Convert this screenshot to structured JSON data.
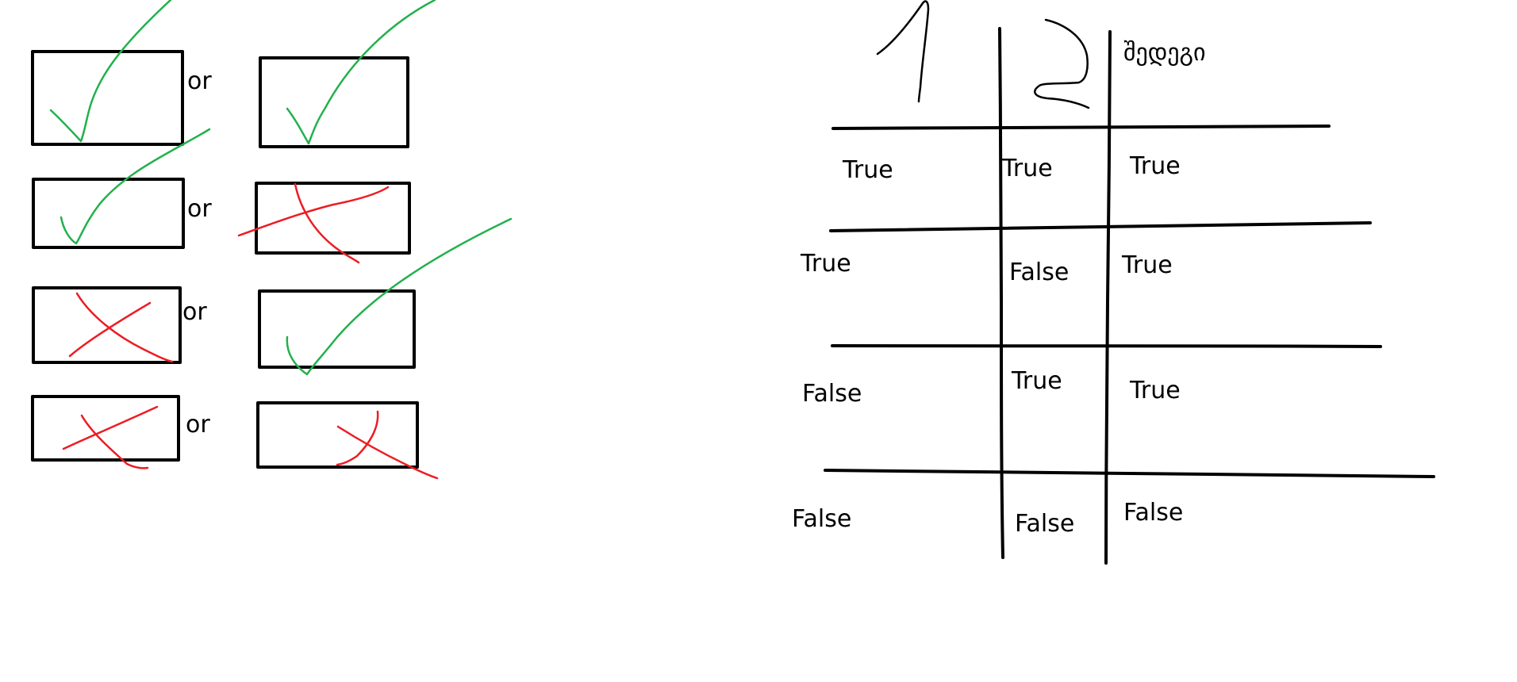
{
  "left_panel": {
    "or_label": "or",
    "rows": [
      {
        "left": "check",
        "right": "check"
      },
      {
        "left": "check",
        "right": "cross"
      },
      {
        "left": "cross",
        "right": "check"
      },
      {
        "left": "cross",
        "right": "cross"
      }
    ]
  },
  "truth_table": {
    "header_col1": "1",
    "header_col2": "2",
    "header_col3": "შედეგი",
    "rows": [
      {
        "a": "True",
        "b": "True",
        "result": "True"
      },
      {
        "a": "True",
        "b": "False",
        "result": "True"
      },
      {
        "a": "False",
        "b": "True",
        "result": "True"
      },
      {
        "a": "False",
        "b": "False",
        "result": "False"
      }
    ]
  },
  "colors": {
    "ink": "#000000",
    "check": "#22b14c",
    "cross": "#ed1c24"
  }
}
